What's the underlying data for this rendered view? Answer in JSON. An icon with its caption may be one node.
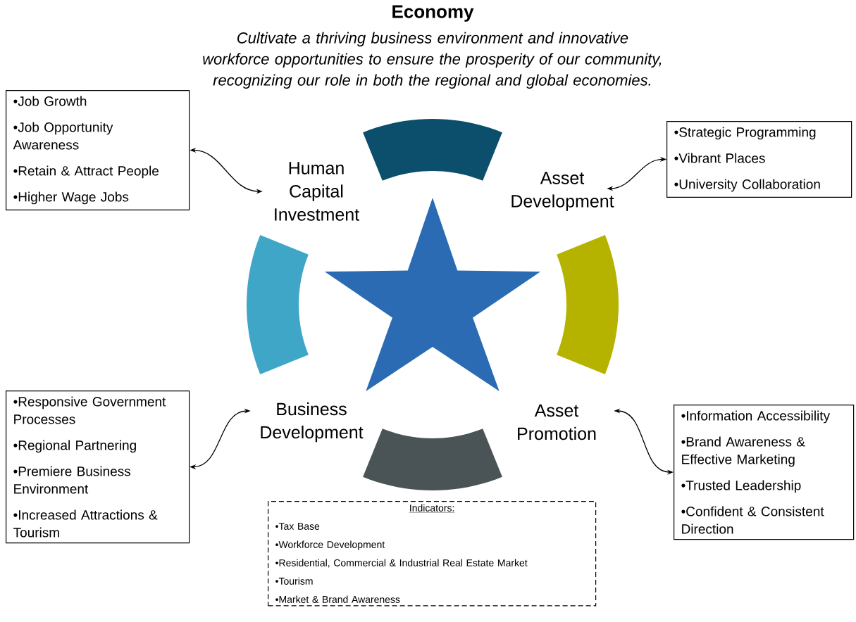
{
  "diagram": {
    "title": "Economy",
    "nodes": [
      {
        "text": [
          "•Job Growth",
          "•Job Opportunity Awareness",
          "•Retain & Attract People",
          "•Higher Wage Jobs"
        ]
      },
      {
        "text": [
          "Human Capital Investment"
        ]
      },
      {
        "text": [
          "Asset Development"
        ]
      },
      {
        "text": [
          "•Strategic Programming",
          "•Vibrant Places",
          "•University Collaboration"
        ]
      },
      {
        "text": [
          "•Responsive Government Processes",
          "•Regional Partnering",
          "•Premiere Business Environment",
          "•Increased Attractions & Tourism"
        ]
      },
      {
        "text": [
          "Business Development"
        ]
      },
      {
        "text": [
          "Asset Promotion"
        ]
      },
      {
        "text": [
          "•Information Accessibility",
          "•Brand Awareness & Effective Marketing",
          "•Trusted Leadership",
          "•Confident & Consistent Direction"
        ]
      },
      {
        "text": [
          "Indicators:",
          "•Tax Base",
          "•Workforce Development",
          "•Residential, Commercial & Industrial Real Estate Market",
          "•Tourism",
          "•Market & Brand Awareness"
        ]
      }
    ],
    "edges": [
      {
        "from": 0,
        "to": 1,
        "arrow": "both"
      },
      {
        "from": 2,
        "to": 3,
        "arrow": "both"
      },
      {
        "from": 4,
        "to": 5,
        "arrow": "both"
      },
      {
        "from": 6,
        "to": 7,
        "arrow": "both"
      }
    ],
    "labels": [
      "Cultivate a thriving business environment and innovative workforce opportunities to ensure the prosperity of our community, recognizing our role in both the regional and global economies."
    ]
  }
}
